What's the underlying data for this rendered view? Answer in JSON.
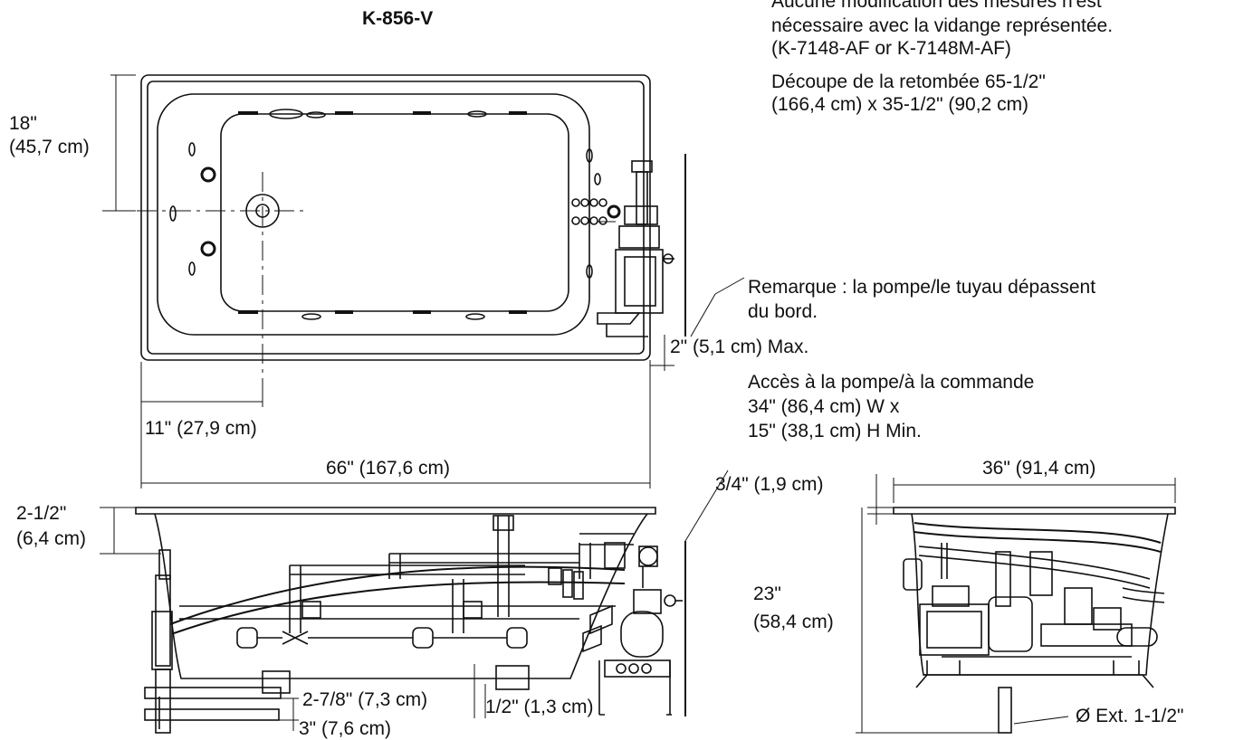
{
  "model": "K-856-V",
  "notes": {
    "no_mod_line1": "Aucune modification des mesures n'est",
    "no_mod_line2": "nécessaire avec la vidange représentée.",
    "drain_models": "(K-7148-AF or K-7148M-AF)",
    "cutout_line1": "Découpe de la retombée 65-1/2\"",
    "cutout_line2": "(166,4 cm) x 35-1/2\" (90,2 cm)",
    "pump_note_line1": "Remarque : la pompe/le tuyau dépassent",
    "pump_note_line2": "du bord.",
    "pump_max": "2\" (5,1 cm) Max.",
    "access_line1": "Accès à la pompe/à la commande",
    "access_line2": "34\" (86,4 cm) W x",
    "access_line3": "15\" (38,1 cm) H Min.",
    "outlet": "Ø Ext. 1-1/2\""
  },
  "dimensions": {
    "top_18_a": "18\"",
    "top_18_b": "(45,7 cm)",
    "drain_offset": "11\" (27,9 cm)",
    "length": "66\" (167,6 cm)",
    "rim_a": "2-1/2\"",
    "rim_b": "(6,4 cm)",
    "drain_278": "2-7/8\" (7,3 cm)",
    "drain_3": "3\" (7,6 cm)",
    "half_inch": "1/2\" (1,3 cm)",
    "width": "36\" (91,4 cm)",
    "three_quarter": "3/4\" (1,9 cm)",
    "height_a": "23\"",
    "height_b": "(58,4 cm)"
  }
}
